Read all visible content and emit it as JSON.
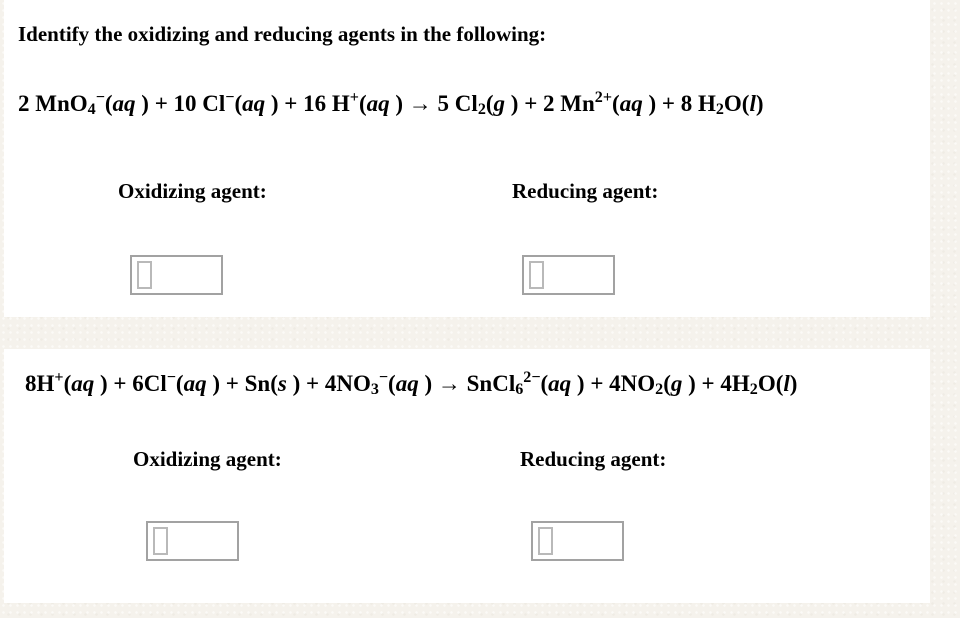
{
  "colors": {
    "page_background": "#f5f2ec",
    "card_background": "#ffffff",
    "text": "#000000",
    "answer_box_border": "#a2a2a2",
    "cursor_box_border": "#b9b9b9"
  },
  "title": "Identify the oxidizing and reducing agents in the following:",
  "sections": [
    {
      "equation_text": "2 MnO₄⁻(aq ) + 10 Cl⁻(aq ) + 16 H⁺(aq ) → 5 Cl₂(g ) + 2 Mn²⁺(aq ) + 8 H₂O(l)",
      "equation_tokens": [
        {
          "t": "n",
          "v": "2 MnO"
        },
        {
          "t": "sub",
          "v": "4"
        },
        {
          "t": "sup",
          "v": "−"
        },
        {
          "t": "n",
          "v": "("
        },
        {
          "t": "i",
          "v": "aq"
        },
        {
          "t": "n",
          "v": " ) + 10 Cl"
        },
        {
          "t": "sup",
          "v": "−"
        },
        {
          "t": "n",
          "v": "("
        },
        {
          "t": "i",
          "v": "aq"
        },
        {
          "t": "n",
          "v": " ) + 16 H"
        },
        {
          "t": "sup",
          "v": "+"
        },
        {
          "t": "n",
          "v": "("
        },
        {
          "t": "i",
          "v": "aq"
        },
        {
          "t": "n",
          "v": " ) → 5 Cl"
        },
        {
          "t": "sub",
          "v": "2"
        },
        {
          "t": "n",
          "v": "("
        },
        {
          "t": "i",
          "v": "g"
        },
        {
          "t": "n",
          "v": " ) + 2 Mn"
        },
        {
          "t": "sup",
          "v": "2+"
        },
        {
          "t": "n",
          "v": "("
        },
        {
          "t": "i",
          "v": "aq"
        },
        {
          "t": "n",
          "v": " ) + 8 H"
        },
        {
          "t": "sub",
          "v": "2"
        },
        {
          "t": "n",
          "v": "O("
        },
        {
          "t": "i",
          "v": "l"
        },
        {
          "t": "n",
          "v": ")"
        }
      ],
      "oxidizing_label": "Oxidizing agent:",
      "reducing_label": "Reducing agent:",
      "oxidizing_input_value": "",
      "reducing_input_value": ""
    },
    {
      "equation_text": "8H⁺(aq ) + 6Cl⁻(aq ) + Sn(s ) + 4NO₃⁻(aq ) → SnCl₆²⁻(aq ) + 4NO₂(g ) + 4H₂O(l)",
      "equation_tokens": [
        {
          "t": "n",
          "v": "8H"
        },
        {
          "t": "sup",
          "v": "+"
        },
        {
          "t": "n",
          "v": "("
        },
        {
          "t": "i",
          "v": "aq"
        },
        {
          "t": "n",
          "v": " ) + 6Cl"
        },
        {
          "t": "sup",
          "v": "−"
        },
        {
          "t": "n",
          "v": "("
        },
        {
          "t": "i",
          "v": "aq"
        },
        {
          "t": "n",
          "v": " ) + Sn("
        },
        {
          "t": "i",
          "v": "s"
        },
        {
          "t": "n",
          "v": " ) + 4NO"
        },
        {
          "t": "sub",
          "v": "3"
        },
        {
          "t": "sup",
          "v": "−"
        },
        {
          "t": "n",
          "v": "("
        },
        {
          "t": "i",
          "v": "aq"
        },
        {
          "t": "n",
          "v": " ) → SnCl"
        },
        {
          "t": "sub",
          "v": "6"
        },
        {
          "t": "sup",
          "v": "2−"
        },
        {
          "t": "n",
          "v": "("
        },
        {
          "t": "i",
          "v": "aq"
        },
        {
          "t": "n",
          "v": " ) + 4NO"
        },
        {
          "t": "sub",
          "v": "2"
        },
        {
          "t": "n",
          "v": "("
        },
        {
          "t": "i",
          "v": "g"
        },
        {
          "t": "n",
          "v": " ) + 4H"
        },
        {
          "t": "sub",
          "v": "2"
        },
        {
          "t": "n",
          "v": "O("
        },
        {
          "t": "i",
          "v": "l"
        },
        {
          "t": "n",
          "v": ")"
        }
      ],
      "oxidizing_label": "Oxidizing agent:",
      "reducing_label": "Reducing agent:",
      "oxidizing_input_value": "",
      "reducing_input_value": ""
    }
  ]
}
